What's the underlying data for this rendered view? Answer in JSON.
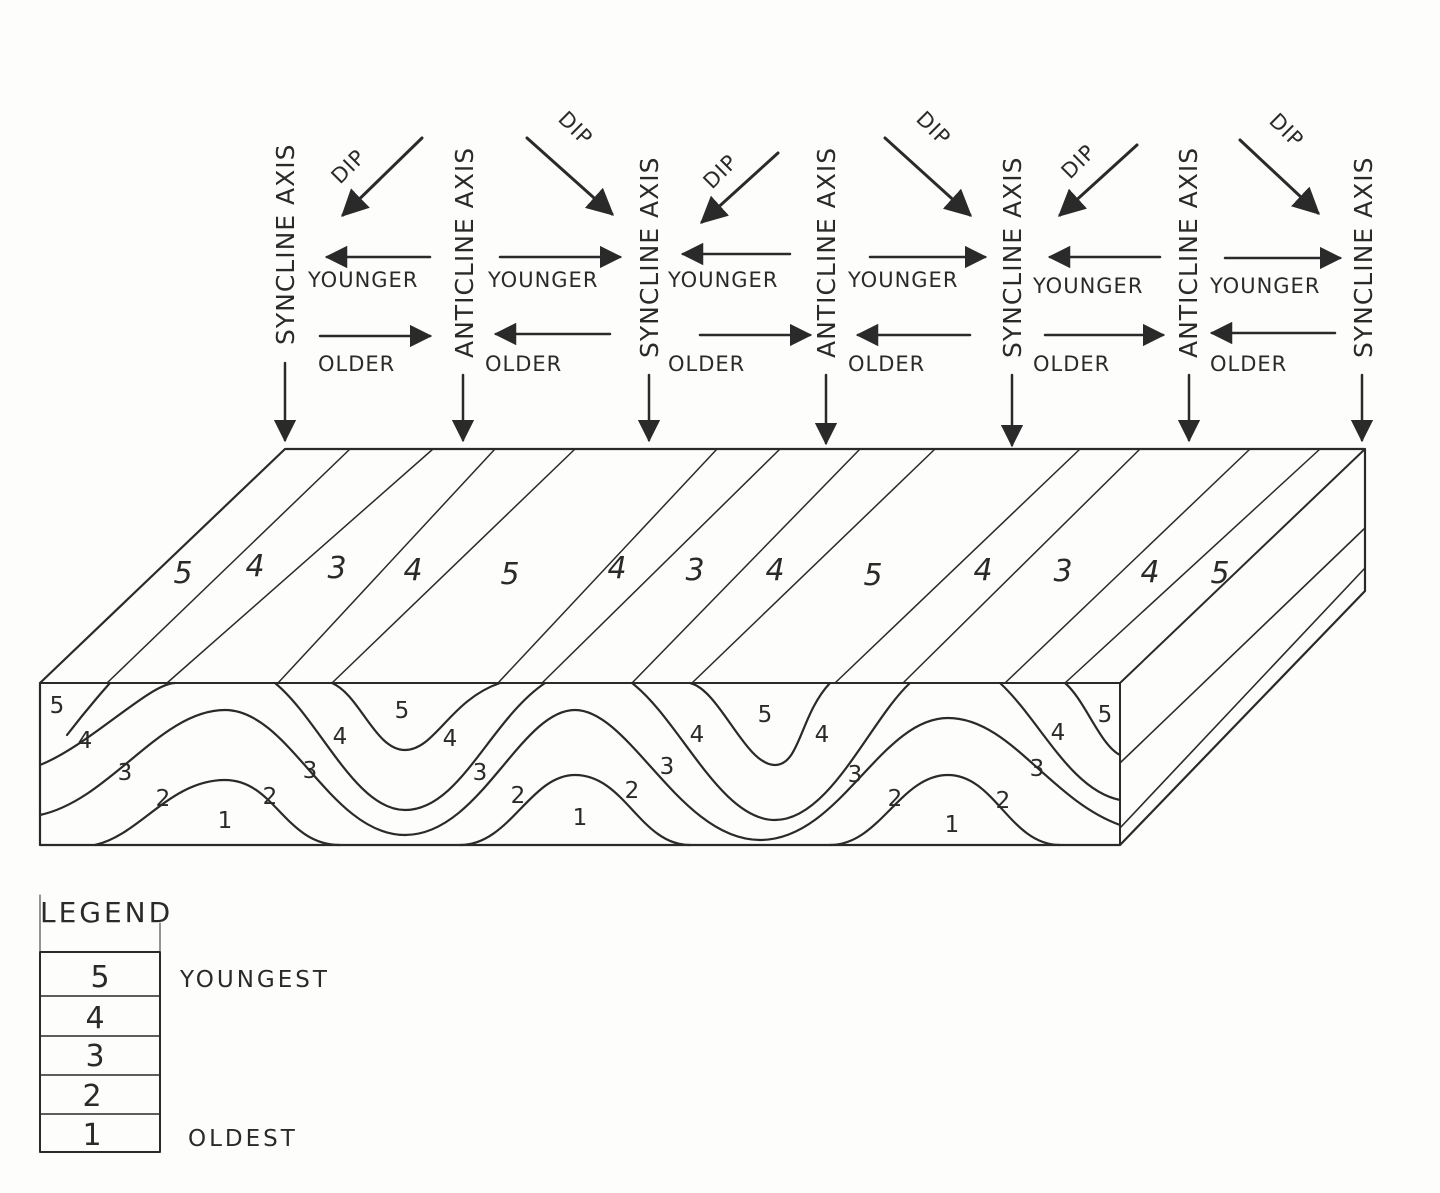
{
  "axes": [
    {
      "label": "SYNCLINE AXIS"
    },
    {
      "label": "ANTICLINE AXIS"
    },
    {
      "label": "SYNCLINE AXIS"
    },
    {
      "label": "ANTICLINE AXIS"
    },
    {
      "label": "SYNCLINE AXIS"
    },
    {
      "label": "ANTICLINE AXIS"
    },
    {
      "label": "SYNCLINE AXIS"
    }
  ],
  "limbs": [
    {
      "dip": "DIP",
      "younger": "YOUNGER",
      "older": "OLDER"
    },
    {
      "dip": "DIP",
      "younger": "YOUNGER",
      "older": "OLDER"
    },
    {
      "dip": "DIP",
      "younger": "YOUNGER",
      "older": "OLDER"
    },
    {
      "dip": "DIP",
      "younger": "YOUNGER",
      "older": "OLDER"
    },
    {
      "dip": "DIP",
      "younger": "YOUNGER",
      "older": "OLDER"
    },
    {
      "dip": "DIP",
      "younger": "YOUNGER",
      "older": "OLDER"
    }
  ],
  "top_surface_beds": [
    "5",
    "4",
    "3",
    "4",
    "5",
    "4",
    "3",
    "4",
    "5",
    "4",
    "3",
    "4",
    "5"
  ],
  "front_face_beds": [
    "5",
    "4",
    "3",
    "2",
    "1",
    "2",
    "3",
    "4",
    "5",
    "4",
    "3",
    "2",
    "1",
    "2",
    "3",
    "4",
    "5",
    "4",
    "3",
    "2",
    "1",
    "2",
    "3",
    "4",
    "5"
  ],
  "legend": {
    "title": "LEGEND",
    "units": [
      {
        "num": "5",
        "desc": "YOUNGEST"
      },
      {
        "num": "4",
        "desc": ""
      },
      {
        "num": "3",
        "desc": ""
      },
      {
        "num": "2",
        "desc": ""
      },
      {
        "num": "1",
        "desc": "OLDEST"
      }
    ]
  }
}
